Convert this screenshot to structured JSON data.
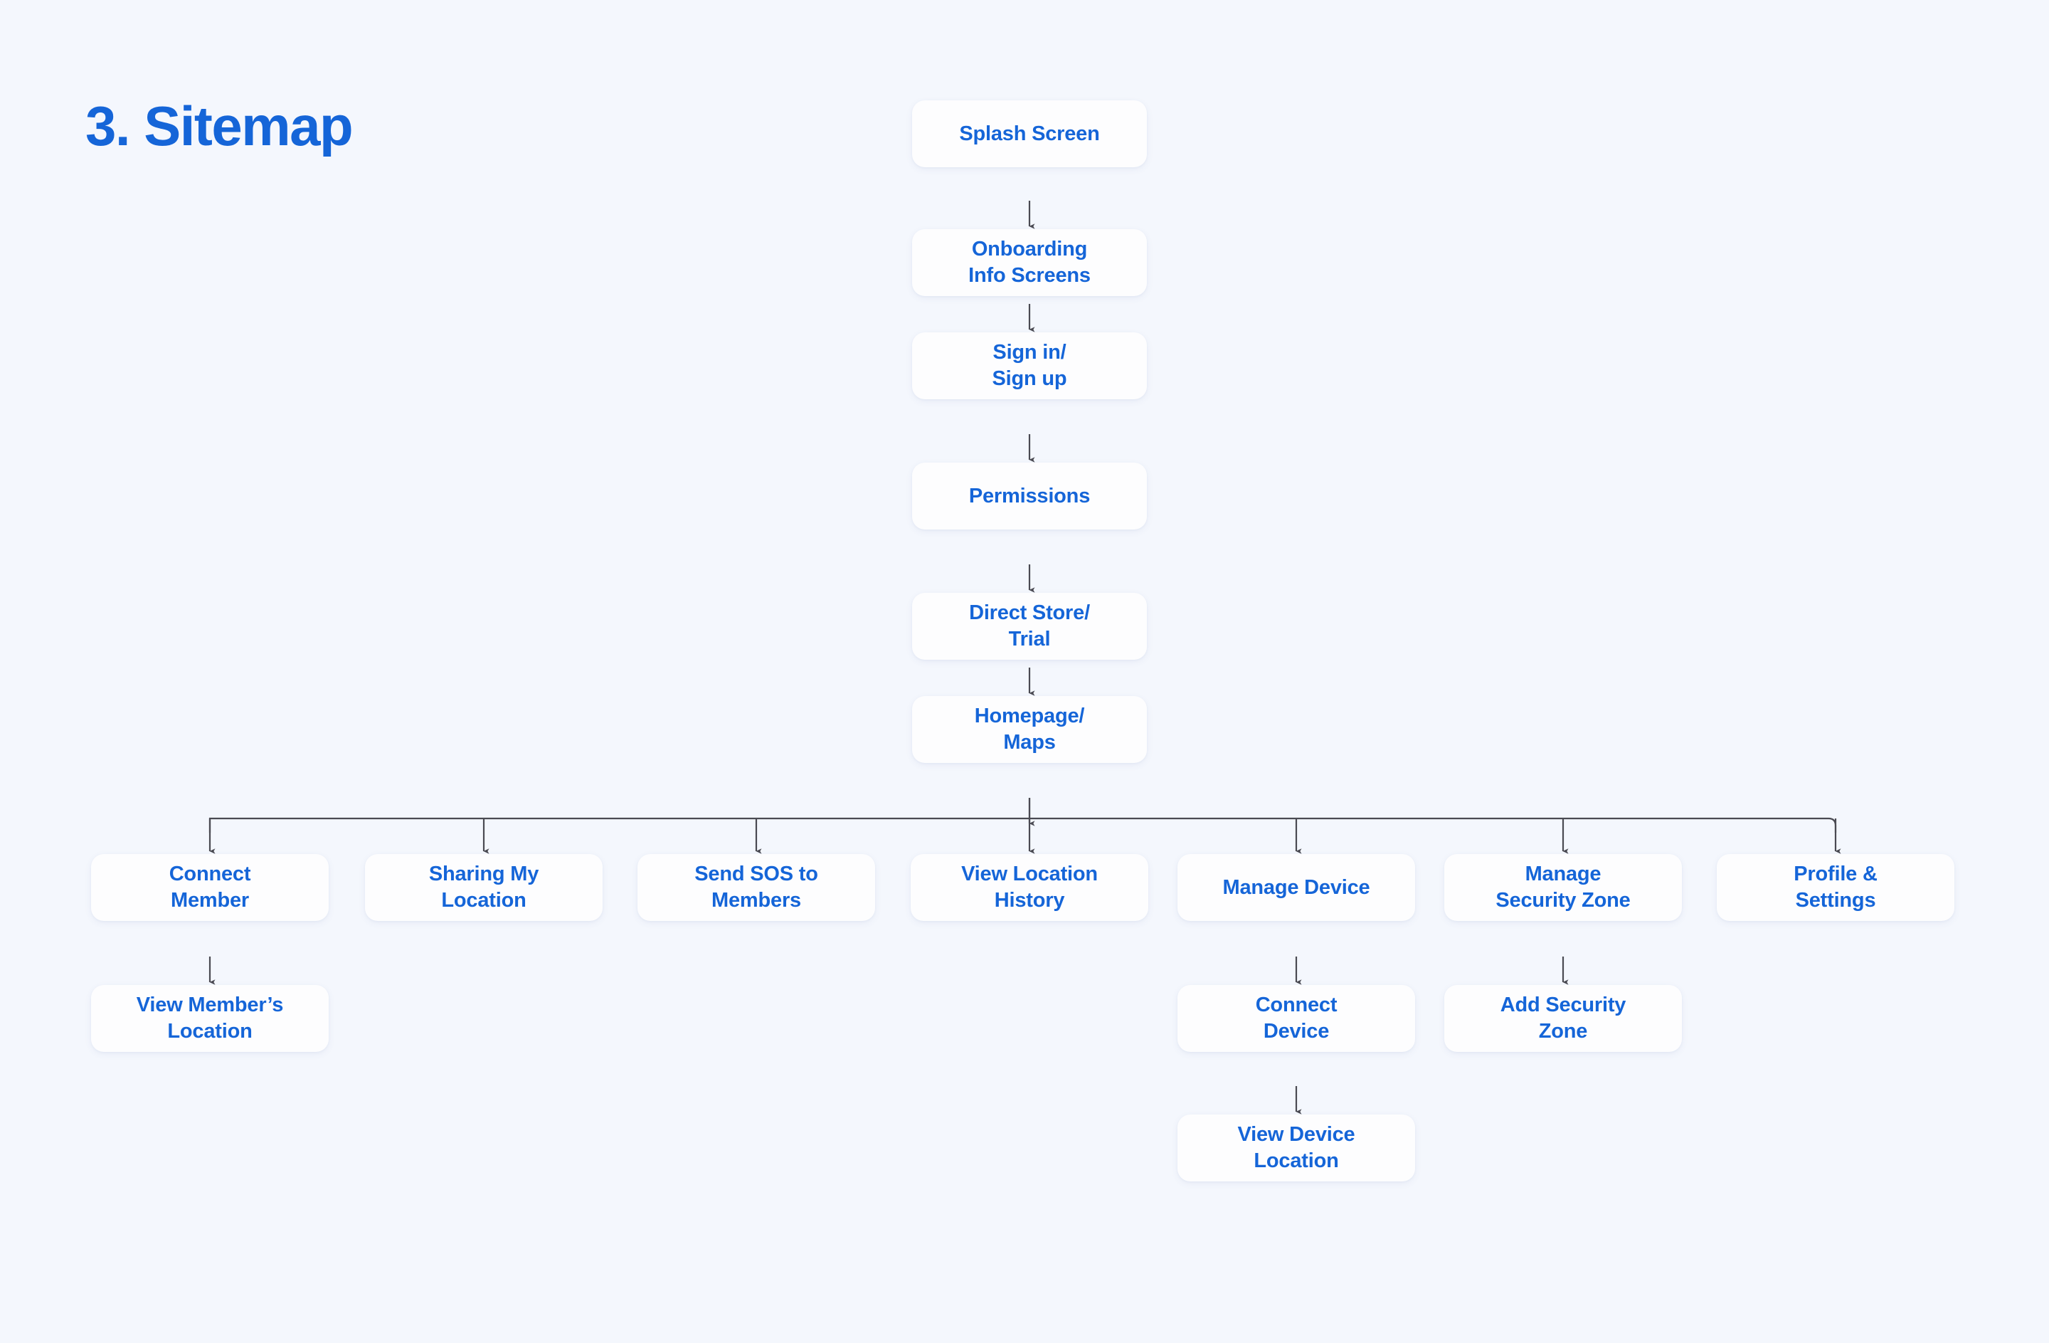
{
  "page": {
    "title": "3. Sitemap",
    "background_color": "#f4f7fd",
    "node_fill_color": "#fdfdfe",
    "text_color": "#1565d8",
    "connector_color": "#4a4a52"
  },
  "diagram": {
    "type": "sitemap-flowchart",
    "main_flow": [
      {
        "id": "splash",
        "label": "Splash Screen"
      },
      {
        "id": "onboarding",
        "label": "Onboarding\nInfo Screens"
      },
      {
        "id": "signin",
        "label": "Sign in/\nSign up"
      },
      {
        "id": "permissions",
        "label": "Permissions"
      },
      {
        "id": "store",
        "label": "Direct Store/\nTrial"
      },
      {
        "id": "homepage",
        "label": "Homepage/\nMaps"
      }
    ],
    "branches": [
      {
        "id": "connect-member",
        "label": "Connect\nMember",
        "children": [
          {
            "id": "view-member-location",
            "label": "View Member’s\nLocation"
          }
        ]
      },
      {
        "id": "sharing-my-location",
        "label": "Sharing My\nLocation",
        "children": []
      },
      {
        "id": "send-sos",
        "label": "Send SOS to\nMembers",
        "children": []
      },
      {
        "id": "view-location-history",
        "label": "View Location\nHistory",
        "children": []
      },
      {
        "id": "manage-device",
        "label": "Manage Device",
        "children": [
          {
            "id": "connect-device",
            "label": "Connect\nDevice"
          },
          {
            "id": "view-device-location",
            "label": "View Device\nLocation"
          }
        ]
      },
      {
        "id": "manage-security-zone",
        "label": "Manage\nSecurity Zone",
        "children": [
          {
            "id": "add-security-zone",
            "label": "Add Security\nZone"
          }
        ]
      },
      {
        "id": "profile-settings",
        "label": "Profile &\nSettings",
        "children": []
      }
    ]
  }
}
